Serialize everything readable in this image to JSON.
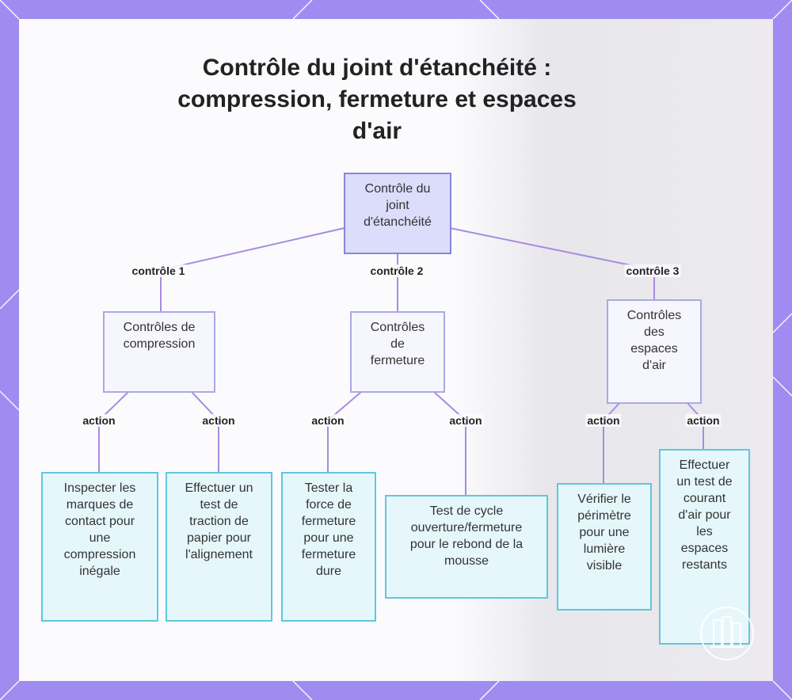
{
  "diagram": {
    "title": "Contrôle du joint d'étanchéité : compression, fermeture et espaces d'air",
    "root": {
      "label": "Contrôle du joint d'étanchéité"
    },
    "groups": [
      {
        "edge_label": "contrôle 1",
        "label": "Contrôles de compression",
        "actions": [
          {
            "edge_label": "action",
            "label": "Inspecter les marques de contact pour une compression inégale"
          },
          {
            "edge_label": "action",
            "label": "Effectuer un test de traction de papier pour l'alignement"
          }
        ]
      },
      {
        "edge_label": "contrôle 2",
        "label": "Contrôles de fermeture",
        "actions": [
          {
            "edge_label": "action",
            "label": "Tester la force de fermeture pour une fermeture dure"
          },
          {
            "edge_label": "action",
            "label": "Test de cycle ouverture/fermeture pour le rebond de la mousse"
          }
        ]
      },
      {
        "edge_label": "contrôle 3",
        "label": "Contrôles des espaces d'air",
        "actions": [
          {
            "edge_label": "action",
            "label": "Vérifier le périmètre pour une lumière visible"
          },
          {
            "edge_label": "action",
            "label": "Effectuer un test de courant d'air pour les espaces restants"
          }
        ]
      }
    ],
    "colors": {
      "frame": "#a08cf0",
      "edge": "#a98be0",
      "root_fill": "#dcdcfb",
      "mid_fill": "#f6f6fe",
      "leaf_fill": "#e6f7fb",
      "leaf_border": "#5ec8de"
    }
  }
}
